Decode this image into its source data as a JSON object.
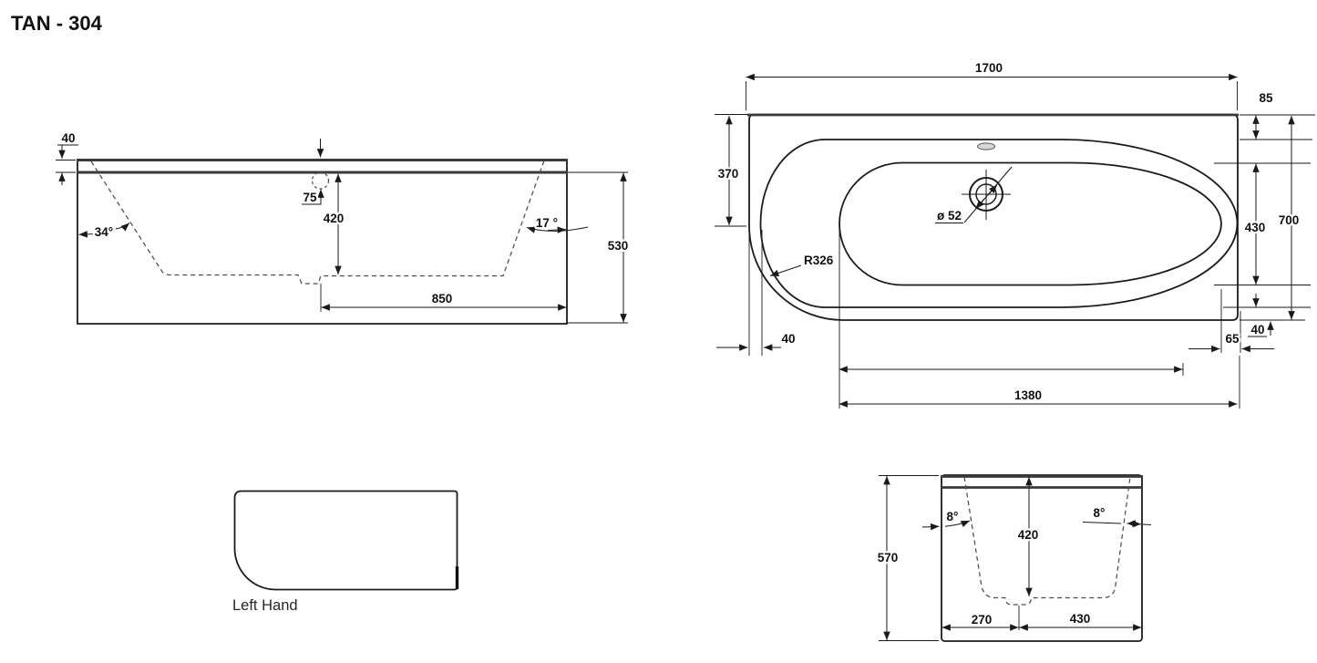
{
  "title": "TAN - 304",
  "side_view": {
    "rim_thickness": "40",
    "waste_offset": "75",
    "inner_depth": "420",
    "overall_height": "530",
    "floor_length": "850",
    "head_angle": "34°",
    "foot_angle": "17 °"
  },
  "plan_view": {
    "overall_length": "1700",
    "deck_width_end": "85",
    "straight_edge_length": "370",
    "overall_width": "700",
    "basin_width": "430",
    "corner_radius": "R326",
    "rim_width_left": "40",
    "rim_width_corner": "40",
    "rim_width_end": "65",
    "waste_diameter": "ø 52",
    "base_length": "1380"
  },
  "end_view": {
    "overall_height": "570",
    "inner_depth": "420",
    "wall_angle_left": "8°",
    "wall_angle_right": "8°",
    "floor_offset": "270",
    "floor_width": "430"
  },
  "outline_view": {
    "label": "Left Hand"
  }
}
